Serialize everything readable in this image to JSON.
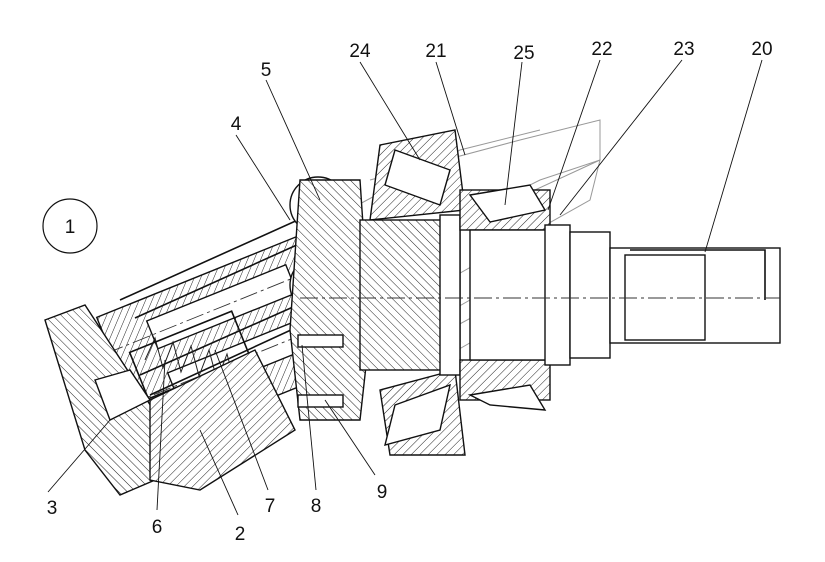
{
  "figure_badge": "1",
  "callouts": {
    "c1": "2",
    "c2": "3",
    "c3": "4",
    "c4": "5",
    "c5": "6",
    "c6": "7",
    "c7": "8",
    "c8": "9",
    "c9": "20",
    "c10": "21",
    "c11": "22",
    "c12": "23",
    "c13": "24",
    "c14": "25"
  }
}
